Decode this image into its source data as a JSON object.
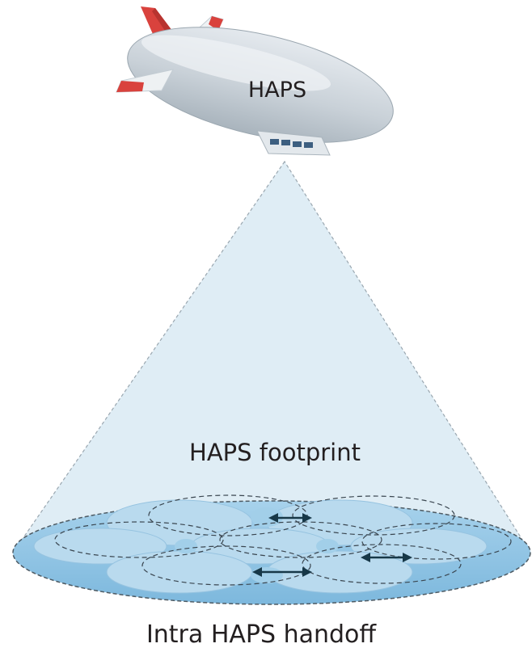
{
  "airship": {
    "label": "HAPS"
  },
  "footprint": {
    "label": "HAPS footprint"
  },
  "caption": "Intra HAPS handoff",
  "colors": {
    "cone": "#dfedf5",
    "disc": "#8ec6e6",
    "cell": "#b8d8ec",
    "envelope": "#c7ced4",
    "fin": "#d9423d",
    "arrow": "#1a3a4a"
  }
}
